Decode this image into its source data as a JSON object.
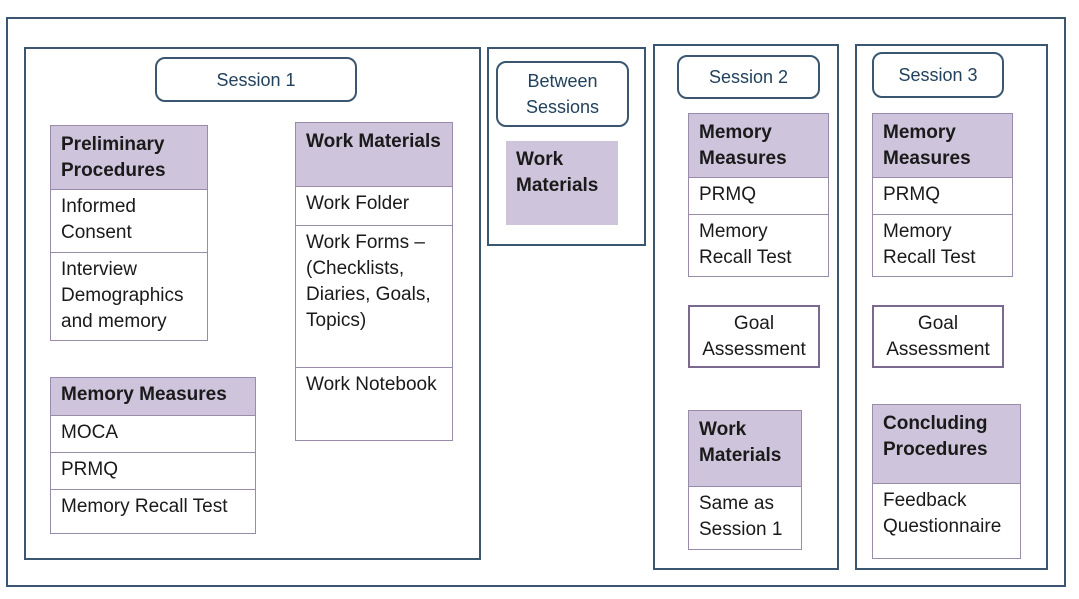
{
  "session1": {
    "title": "Session 1",
    "preliminary": {
      "header": "Preliminary Procedures",
      "items": [
        "Informed Consent",
        "Interview Demographics and memory"
      ]
    },
    "memory": {
      "header": "Memory Measures",
      "items": [
        "MOCA",
        "PRMQ",
        "Memory Recall Test"
      ]
    },
    "work": {
      "header": "Work Materials",
      "items": [
        "Work Folder",
        "Work Forms – (Checklists, Diaries, Goals, Topics)",
        "Work Notebook"
      ]
    }
  },
  "between": {
    "title": "Between Sessions",
    "work": {
      "header": "Work Materials"
    }
  },
  "session2": {
    "title": "Session 2",
    "memory": {
      "header": "Memory Measures",
      "items": [
        "PRMQ",
        "Memory Recall Test"
      ]
    },
    "goal": "Goal Assessment",
    "work": {
      "header": "Work Materials",
      "items": [
        "Same as Session 1"
      ]
    }
  },
  "session3": {
    "title": "Session 3",
    "memory": {
      "header": "Memory Measures",
      "items": [
        "PRMQ",
        "Memory Recall Test"
      ]
    },
    "goal": "Goal Assessment",
    "concluding": {
      "header": "Concluding Procedures",
      "items": [
        "Feedback Questionnaire"
      ]
    }
  },
  "colors": {
    "border": "#3b5670",
    "header_fill": "#cec4dc",
    "box_border": "#9b8bab"
  }
}
